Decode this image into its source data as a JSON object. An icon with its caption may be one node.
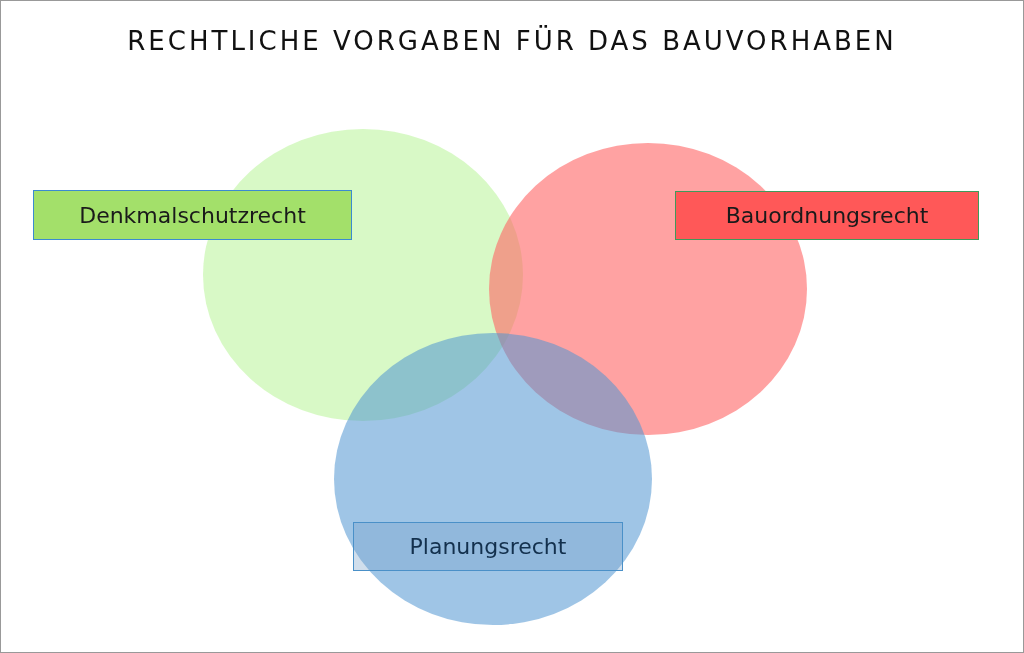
{
  "diagram": {
    "title": "RECHTLICHE VORGABEN FÜR DAS BAUVORHABEN",
    "nodes": [
      {
        "text": [
          "Denkmalschutzrecht"
        ]
      },
      {
        "text": [
          "Bauordnungsrecht"
        ]
      },
      {
        "text": [
          "Planungsrecht"
        ]
      }
    ],
    "edges": []
  }
}
